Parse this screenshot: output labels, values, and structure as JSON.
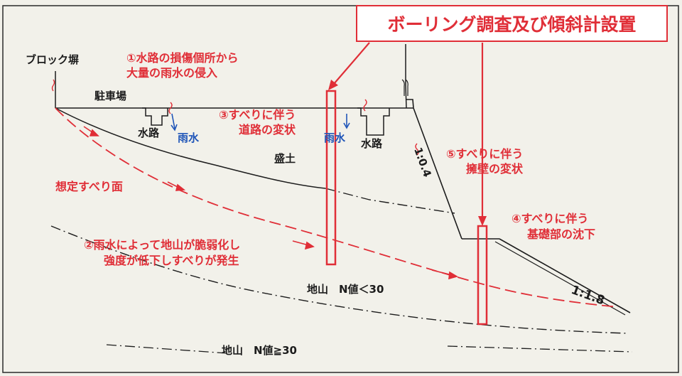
{
  "title": "ボーリング調査及び傾斜計設置",
  "labels": {
    "block_wall": "ブロック塀",
    "parking": "駐車場",
    "channel_left": "水路",
    "channel_right": "水路",
    "rain_left": "雨水",
    "rain_right": "雨水",
    "fill": "盛土",
    "assumed_slip": "想定すべり面",
    "slope_upper": "1:0.4",
    "slope_lower": "1:1.8",
    "ground_weak": "地山　N値＜30",
    "ground_firm": "地山　N値≧30"
  },
  "annotations": {
    "a1": [
      "①水路の損傷個所から",
      "大量の雨水の侵入"
    ],
    "a2": [
      "②雨水によって地山が脆弱化し",
      "強度が低下しすべりが発生"
    ],
    "a3": [
      "③すべりに伴う",
      "道路の変状"
    ],
    "a4": [
      "④すべりに伴う",
      "基礎部の沈下"
    ],
    "a5": [
      "⑤すべりに伴う",
      "擁壁の変状"
    ]
  },
  "colors": {
    "annotation": "#e02e37",
    "rain": "#1f55b8",
    "line": "#1c1c1c",
    "background": "#f2f1ea"
  }
}
